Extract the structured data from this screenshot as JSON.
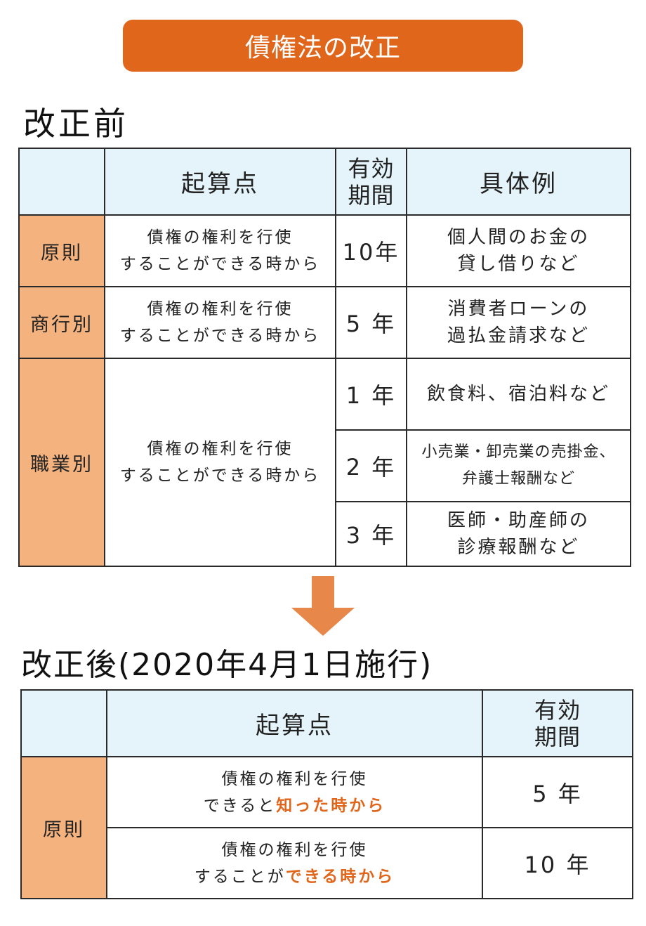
{
  "title": "債権法の改正",
  "before": {
    "heading": "改正前",
    "headers": {
      "start": "起算点",
      "period_l1": "有効",
      "period_l2": "期間",
      "example": "具体例"
    },
    "rows": [
      {
        "label": "原則",
        "start_l1": "債権の権利を行使",
        "start_l2": "することができる時から",
        "period": "10年",
        "ex_l1": "個人間のお金の",
        "ex_l2": "貸し借りなど"
      },
      {
        "label": "商行別",
        "start_l1": "債権の権利を行使",
        "start_l2": "することができる時から",
        "period": "5 年",
        "ex_l1": "消費者ローンの",
        "ex_l2": "過払金請求など"
      },
      {
        "label": "職業別",
        "start_l1": "債権の権利を行使",
        "start_l2": "することができる時から",
        "sub": [
          {
            "period": "1 年",
            "ex_l1": "飲食料、宿泊料など",
            "ex_l2": ""
          },
          {
            "period": "2 年",
            "ex_l1": "小売業・卸売業の売掛金、",
            "ex_l2": "弁護士報酬など"
          },
          {
            "period": "3 年",
            "ex_l1": "医師・助産師の",
            "ex_l2": "診療報酬など"
          }
        ]
      }
    ]
  },
  "after": {
    "heading": "改正後(2020年4月1日施行)",
    "headers": {
      "start": "起算点",
      "period_l1": "有効",
      "period_l2": "期間"
    },
    "label": "原則",
    "rows": [
      {
        "l1": "債権の権利を行使",
        "l2_plain": "できると",
        "l2_hl": "知った時から",
        "period": "5 年"
      },
      {
        "l1": "債権の権利を行使",
        "l2_plain": "することが",
        "l2_hl": "できる時から",
        "period": "10 年"
      }
    ]
  },
  "colors": {
    "accent": "#e0661b",
    "label_bg": "#f4b27f",
    "header_bg": "#e4f4fa",
    "arrow": "#e8874a"
  }
}
